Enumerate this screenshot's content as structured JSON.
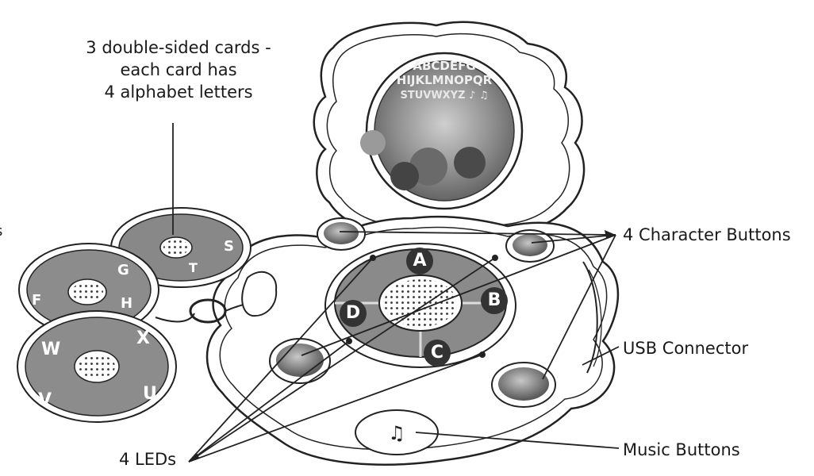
{
  "labels": {
    "cards_line1": "3 double-sided cards -",
    "cards_line2": "each card has",
    "cards_line3": "4 alphabet letters",
    "character_buttons": "4 Character Buttons",
    "usb_connector": "USB Connector",
    "music_buttons": "Music Buttons",
    "leds": "4 LEDs",
    "edge_fragment": "s"
  },
  "pad_letters": [
    "A",
    "B",
    "C",
    "D"
  ],
  "card_letters": {
    "top_card": [
      "S",
      "T"
    ],
    "middle_card": [
      "G",
      "H",
      "F"
    ],
    "bottom_card": [
      "X",
      "W",
      "U",
      "V"
    ]
  },
  "colors": {
    "outline": "#222222",
    "panel_gray": "#8a8a8a",
    "dark_gray": "#555555",
    "light_gray": "#d6d6d6"
  }
}
